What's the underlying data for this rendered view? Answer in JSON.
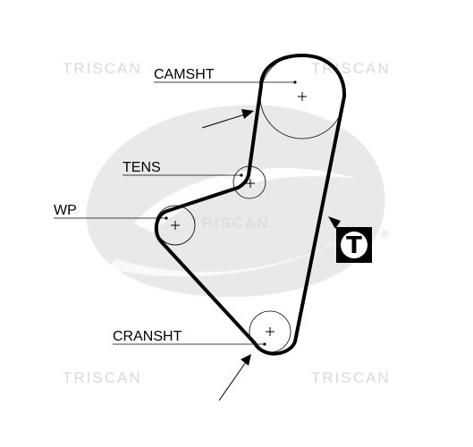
{
  "watermark_text": "TRISCAN",
  "labels": {
    "camshaft": "CAMSHT",
    "tensioner": "TENS",
    "water_pump": "WP",
    "crankshaft": "CRANSHT"
  },
  "tension_symbol": "T",
  "registered_mark": "®",
  "colors": {
    "belt": "#000000",
    "watermark": "#d9d9d9",
    "background_logo": "#e9e9e9",
    "symbol_box": "#000000"
  },
  "icons": {
    "direction_arrow": "arrow-icon",
    "tension_symbol": "tension-symbol-icon"
  }
}
